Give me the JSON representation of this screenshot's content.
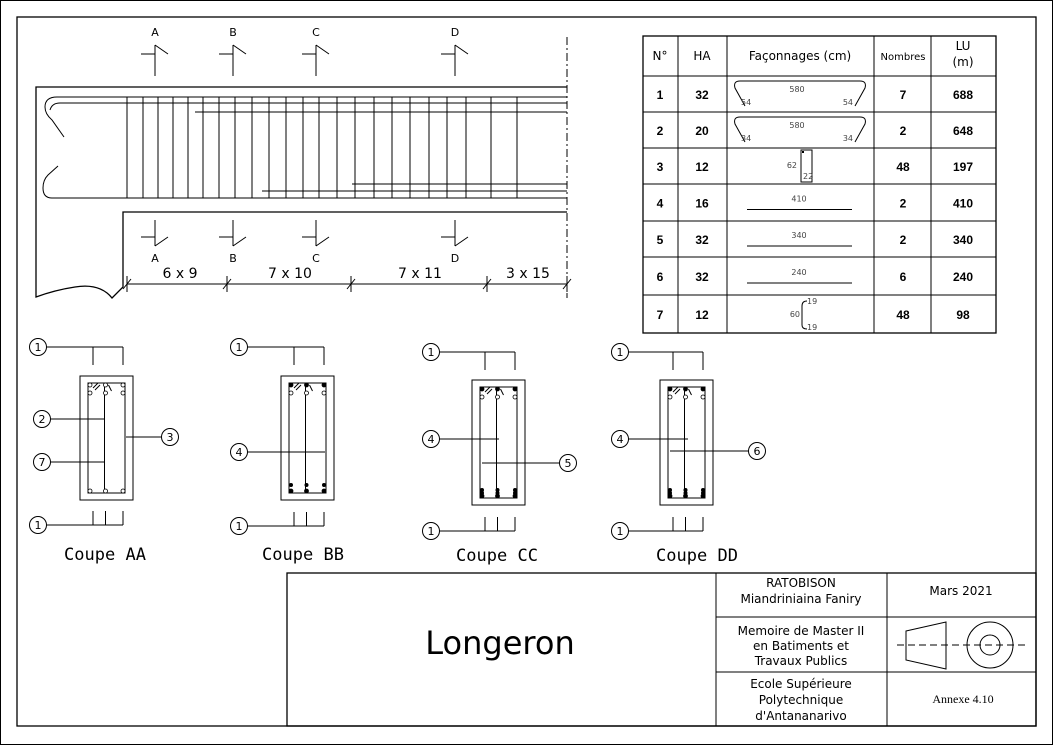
{
  "sections_marks": [
    "A",
    "B",
    "C",
    "D"
  ],
  "spacing_labels": [
    "6 x 9",
    "7 x 10",
    "7 x 11",
    "3 x 15"
  ],
  "table": {
    "headers": [
      "N°",
      "HA",
      "Façonnages (cm)",
      "Nombres",
      "LU",
      "(m)"
    ],
    "rows": [
      {
        "n": "1",
        "ha": "32",
        "shape": "bent",
        "dims": [
          "580",
          "54",
          "54"
        ],
        "nombres": "7",
        "lu": "688"
      },
      {
        "n": "2",
        "ha": "20",
        "shape": "bent",
        "dims": [
          "580",
          "34",
          "34"
        ],
        "nombres": "2",
        "lu": "648"
      },
      {
        "n": "3",
        "ha": "12",
        "shape": "stirrup",
        "dims": [
          "62",
          "22"
        ],
        "nombres": "48",
        "lu": "197"
      },
      {
        "n": "4",
        "ha": "16",
        "shape": "straight",
        "dims": [
          "410"
        ],
        "nombres": "2",
        "lu": "410"
      },
      {
        "n": "5",
        "ha": "32",
        "shape": "straight",
        "dims": [
          "340"
        ],
        "nombres": "2",
        "lu": "340"
      },
      {
        "n": "6",
        "ha": "32",
        "shape": "straight",
        "dims": [
          "240"
        ],
        "nombres": "6",
        "lu": "240"
      },
      {
        "n": "7",
        "ha": "12",
        "shape": "pin",
        "dims": [
          "60",
          "19",
          "19"
        ],
        "nombres": "48",
        "lu": "98"
      }
    ]
  },
  "cross_sections": [
    {
      "title": "Coupe AA",
      "callouts": [
        "1",
        "1",
        "2",
        "3",
        "7"
      ]
    },
    {
      "title": "Coupe BB",
      "callouts": [
        "1",
        "1",
        "4"
      ]
    },
    {
      "title": "Coupe CC",
      "callouts": [
        "1",
        "1",
        "4",
        "5"
      ]
    },
    {
      "title": "Coupe DD",
      "callouts": [
        "1",
        "1",
        "4",
        "6"
      ]
    }
  ],
  "title_block": {
    "title": "Longeron",
    "author": [
      "RATOBISON",
      "Miandriniaina Faniry"
    ],
    "date": "Mars 2021",
    "memoire": [
      "Memoire de Master II",
      "en Batiments et",
      "Travaux Publics"
    ],
    "school": [
      "Ecole Supérieure",
      "Polytechnique",
      "d'Antananarivo"
    ],
    "annexe": "Annexe 4.10"
  }
}
